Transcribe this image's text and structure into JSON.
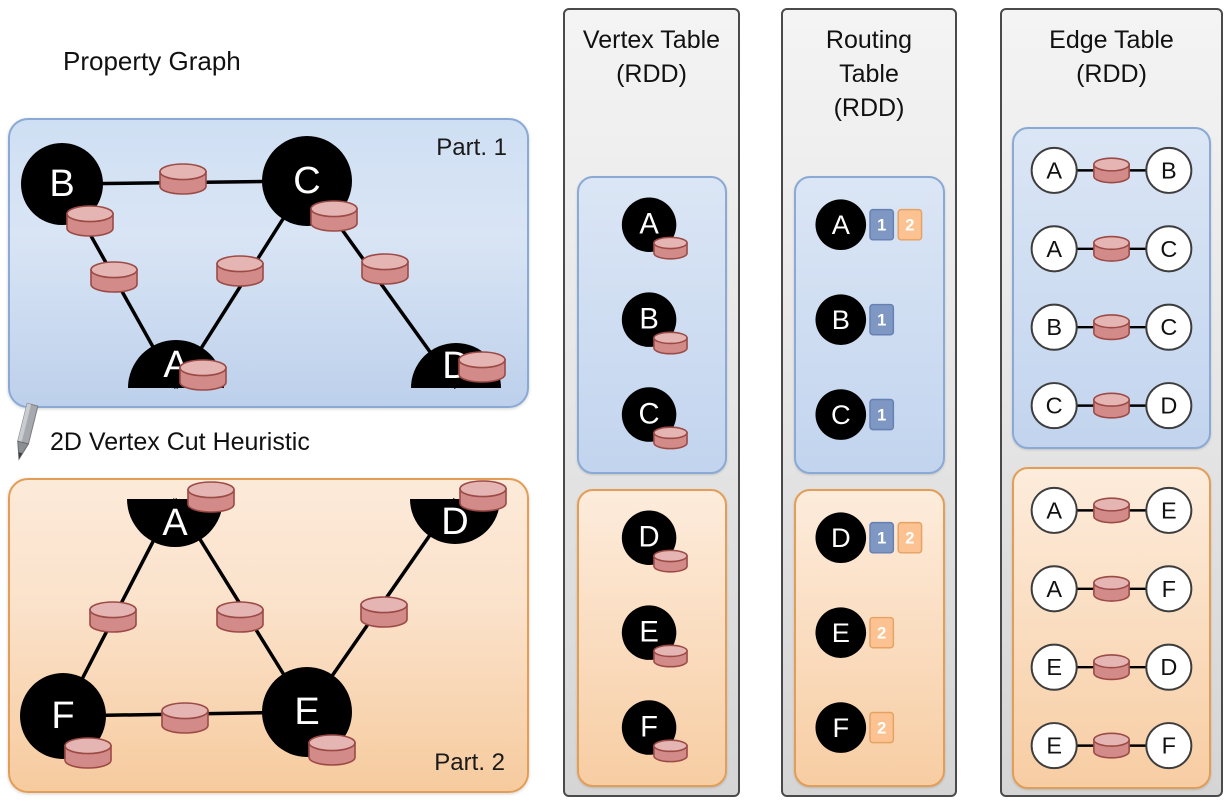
{
  "colors": {
    "cyl_body": "#d28b88",
    "cyl_top": "#e5b5b3",
    "cyl_stroke": "#9c4a46",
    "vertex_fill": "#000000",
    "vertex_text": "#ffffff",
    "badge_blue": "#7e97c3",
    "badge_blue_border": "#6581b4",
    "badge_orange": "#fcc291",
    "badge_orange_border": "#e5a263",
    "edge_circle_fill": "#ffffff",
    "edge_circle_border": "#3d3d3d"
  },
  "property_graph": {
    "title": "Property Graph",
    "cut_label": "2D Vertex Cut Heuristic",
    "partitions": [
      {
        "label": "Part. 1",
        "vertices": [
          {
            "id": "B",
            "shape": "circle"
          },
          {
            "id": "C",
            "shape": "circle"
          },
          {
            "id": "A",
            "shape": "half-up"
          },
          {
            "id": "D",
            "shape": "half-up"
          }
        ],
        "edges": [
          [
            "B",
            "C"
          ],
          [
            "B",
            "A"
          ],
          [
            "C",
            "A"
          ],
          [
            "C",
            "D"
          ]
        ]
      },
      {
        "label": "Part. 2",
        "vertices": [
          {
            "id": "A",
            "shape": "half-down"
          },
          {
            "id": "D",
            "shape": "half-down"
          },
          {
            "id": "F",
            "shape": "circle"
          },
          {
            "id": "E",
            "shape": "circle"
          }
        ],
        "edges": [
          [
            "A",
            "F"
          ],
          [
            "A",
            "E"
          ],
          [
            "F",
            "E"
          ],
          [
            "E",
            "D"
          ]
        ]
      }
    ]
  },
  "vertex_table": {
    "title": "Vertex Table\n(RDD)",
    "partition1": [
      "A",
      "B",
      "C"
    ],
    "partition2": [
      "D",
      "E",
      "F"
    ]
  },
  "routing_table": {
    "title": "Routing\nTable\n(RDD)",
    "partition1": [
      {
        "vertex": "A",
        "partitions": [
          "1",
          "2"
        ]
      },
      {
        "vertex": "B",
        "partitions": [
          "1"
        ]
      },
      {
        "vertex": "C",
        "partitions": [
          "1"
        ]
      }
    ],
    "partition2": [
      {
        "vertex": "D",
        "partitions": [
          "1",
          "2"
        ]
      },
      {
        "vertex": "E",
        "partitions": [
          "2"
        ]
      },
      {
        "vertex": "F",
        "partitions": [
          "2"
        ]
      }
    ]
  },
  "edge_table": {
    "title": "Edge Table\n(RDD)",
    "partition1": [
      [
        "A",
        "B"
      ],
      [
        "A",
        "C"
      ],
      [
        "B",
        "C"
      ],
      [
        "C",
        "D"
      ]
    ],
    "partition2": [
      [
        "A",
        "E"
      ],
      [
        "A",
        "F"
      ],
      [
        "E",
        "D"
      ],
      [
        "E",
        "F"
      ]
    ]
  }
}
